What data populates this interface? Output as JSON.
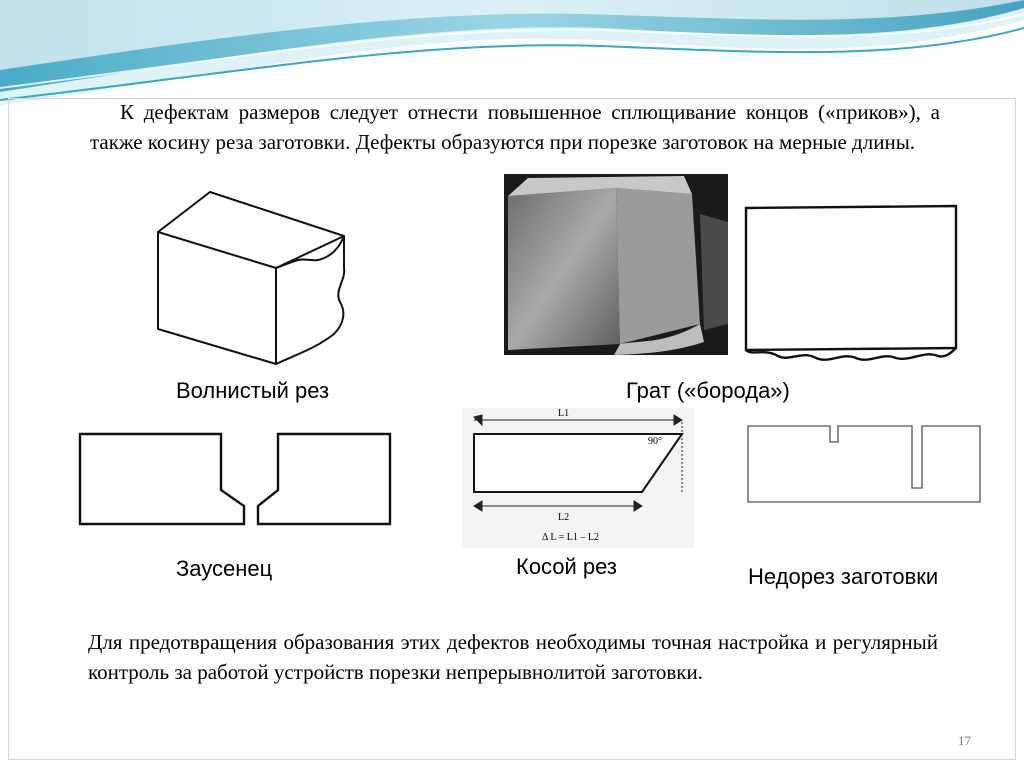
{
  "intro_text": "К дефектам размеров следует отнести повышенное сплющивание концов («приков»), а также косину реза заготовки. Дефекты образуются при порезке заготовок на мерные длины.",
  "figures": {
    "wavy_cut": {
      "caption": "Волнистый рез"
    },
    "burr_beard": {
      "caption": "Грат («борода»)"
    },
    "burr": {
      "caption": "Заусенец"
    },
    "oblique_cut": {
      "caption": "Косой рез",
      "label_l1": "L1",
      "label_l2": "L2",
      "label_angle": "90°",
      "label_formula": "Δ L = L1 – L2"
    },
    "undercut": {
      "caption": "Недорез заготовки"
    }
  },
  "outro_text": "Для предотвращения образования этих дефектов необходимы точная настройка и регулярный контроль за работой устройств порезки непрерывнолитой заготовки.",
  "page_number": "17",
  "colors": {
    "wave_dark": "#3aa7c4",
    "wave_light": "#a9dbe8",
    "frame": "#cfd8dc"
  }
}
